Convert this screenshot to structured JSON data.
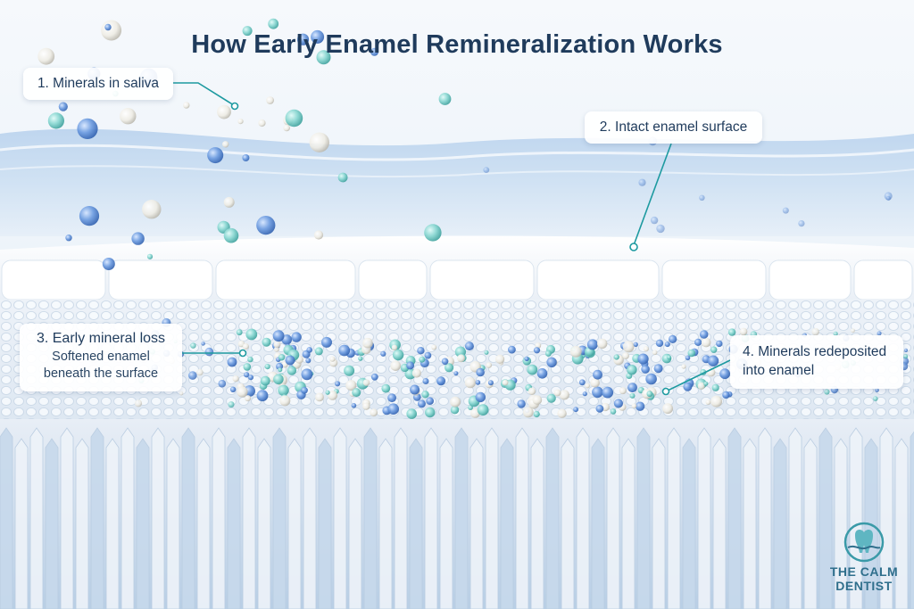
{
  "title": "How Early Enamel Remineralization Works",
  "callouts": {
    "saliva": "1. Minerals in saliva",
    "intact": "2. Intact enamel surface",
    "loss_title": "3. Early mineral loss",
    "loss_desc_line1": "Softened enamel",
    "loss_desc_line2": "beneath the surface",
    "redeposit_line1": "4. Minerals redeposited",
    "redeposit_line2": "into enamel"
  },
  "logo": {
    "line1": "THE CALM",
    "line2": "DENTIST",
    "icon": "tooth-water-icon"
  },
  "colors": {
    "title": "#1f3b5c",
    "leader": "#1d9aa0",
    "mineral_blue": "#5b8fdc",
    "mineral_teal": "#7fd3cf",
    "mineral_pearl": "#f4f2ea"
  }
}
